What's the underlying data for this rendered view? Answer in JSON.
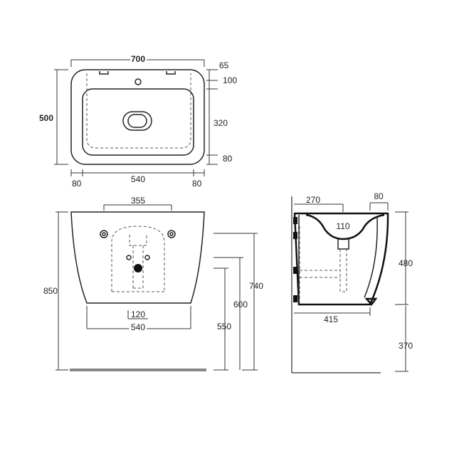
{
  "top_view": {
    "width": "700",
    "depth": "500",
    "rim_offset": "65",
    "tap_zone": "100",
    "bowl_depth": "320",
    "front_rim": "80",
    "left_rim": "80",
    "bowl_width": "540",
    "right_rim": "80"
  },
  "front_view": {
    "fixing_spacing": "355",
    "total_height": "850",
    "rim_height": "740",
    "fixing_height": "600",
    "waste_height": "550",
    "waste_width": "120",
    "base_width": "540"
  },
  "side_view": {
    "wall_to_tap": "270",
    "rim_front": "80",
    "drain": "110",
    "body_height": "480",
    "projection": "415",
    "floor_gap": "370"
  },
  "colors": {
    "line": "#222222",
    "ground": "#888888",
    "background": "#ffffff"
  }
}
